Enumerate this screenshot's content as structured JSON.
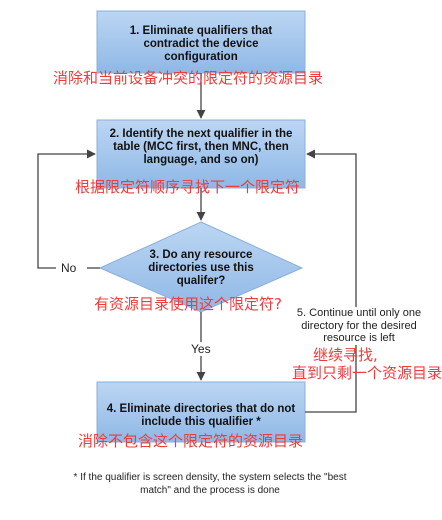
{
  "steps": {
    "step1": "1. Eliminate qualifiers that contradict the device configuration",
    "step2": "2. Identify the next qualifier in the table (MCC first, then MNC, then language, and so on)",
    "step3": "3. Do any resource directories use this qualifer?",
    "step4": "4. Eliminate directories that do not include this qualifier *"
  },
  "annotations_cn": {
    "step1": "消除和当前设备冲突的限定符的资源目录",
    "step2": "根据限定符顺序寻找下一个限定符",
    "step3": "有资源目录使用这个限定符?",
    "loop_line1": "继续寻找,",
    "loop_line2": "直到只剩一个资源目录",
    "step4": "消除不包含这个限定符的资源目录"
  },
  "edges": {
    "no_label": "No",
    "yes_label": "Yes",
    "loop_note": "5. Continue until only one directory for the desired resource is left"
  },
  "footnote": "* If the qualifier is screen density, the system selects the \"best match\" and the process is done",
  "colors": {
    "box_fill": "#a3c6ec",
    "box_stroke": "#8aafd8",
    "arrow": "#444444",
    "annotation_red": "#ee3b3b"
  }
}
